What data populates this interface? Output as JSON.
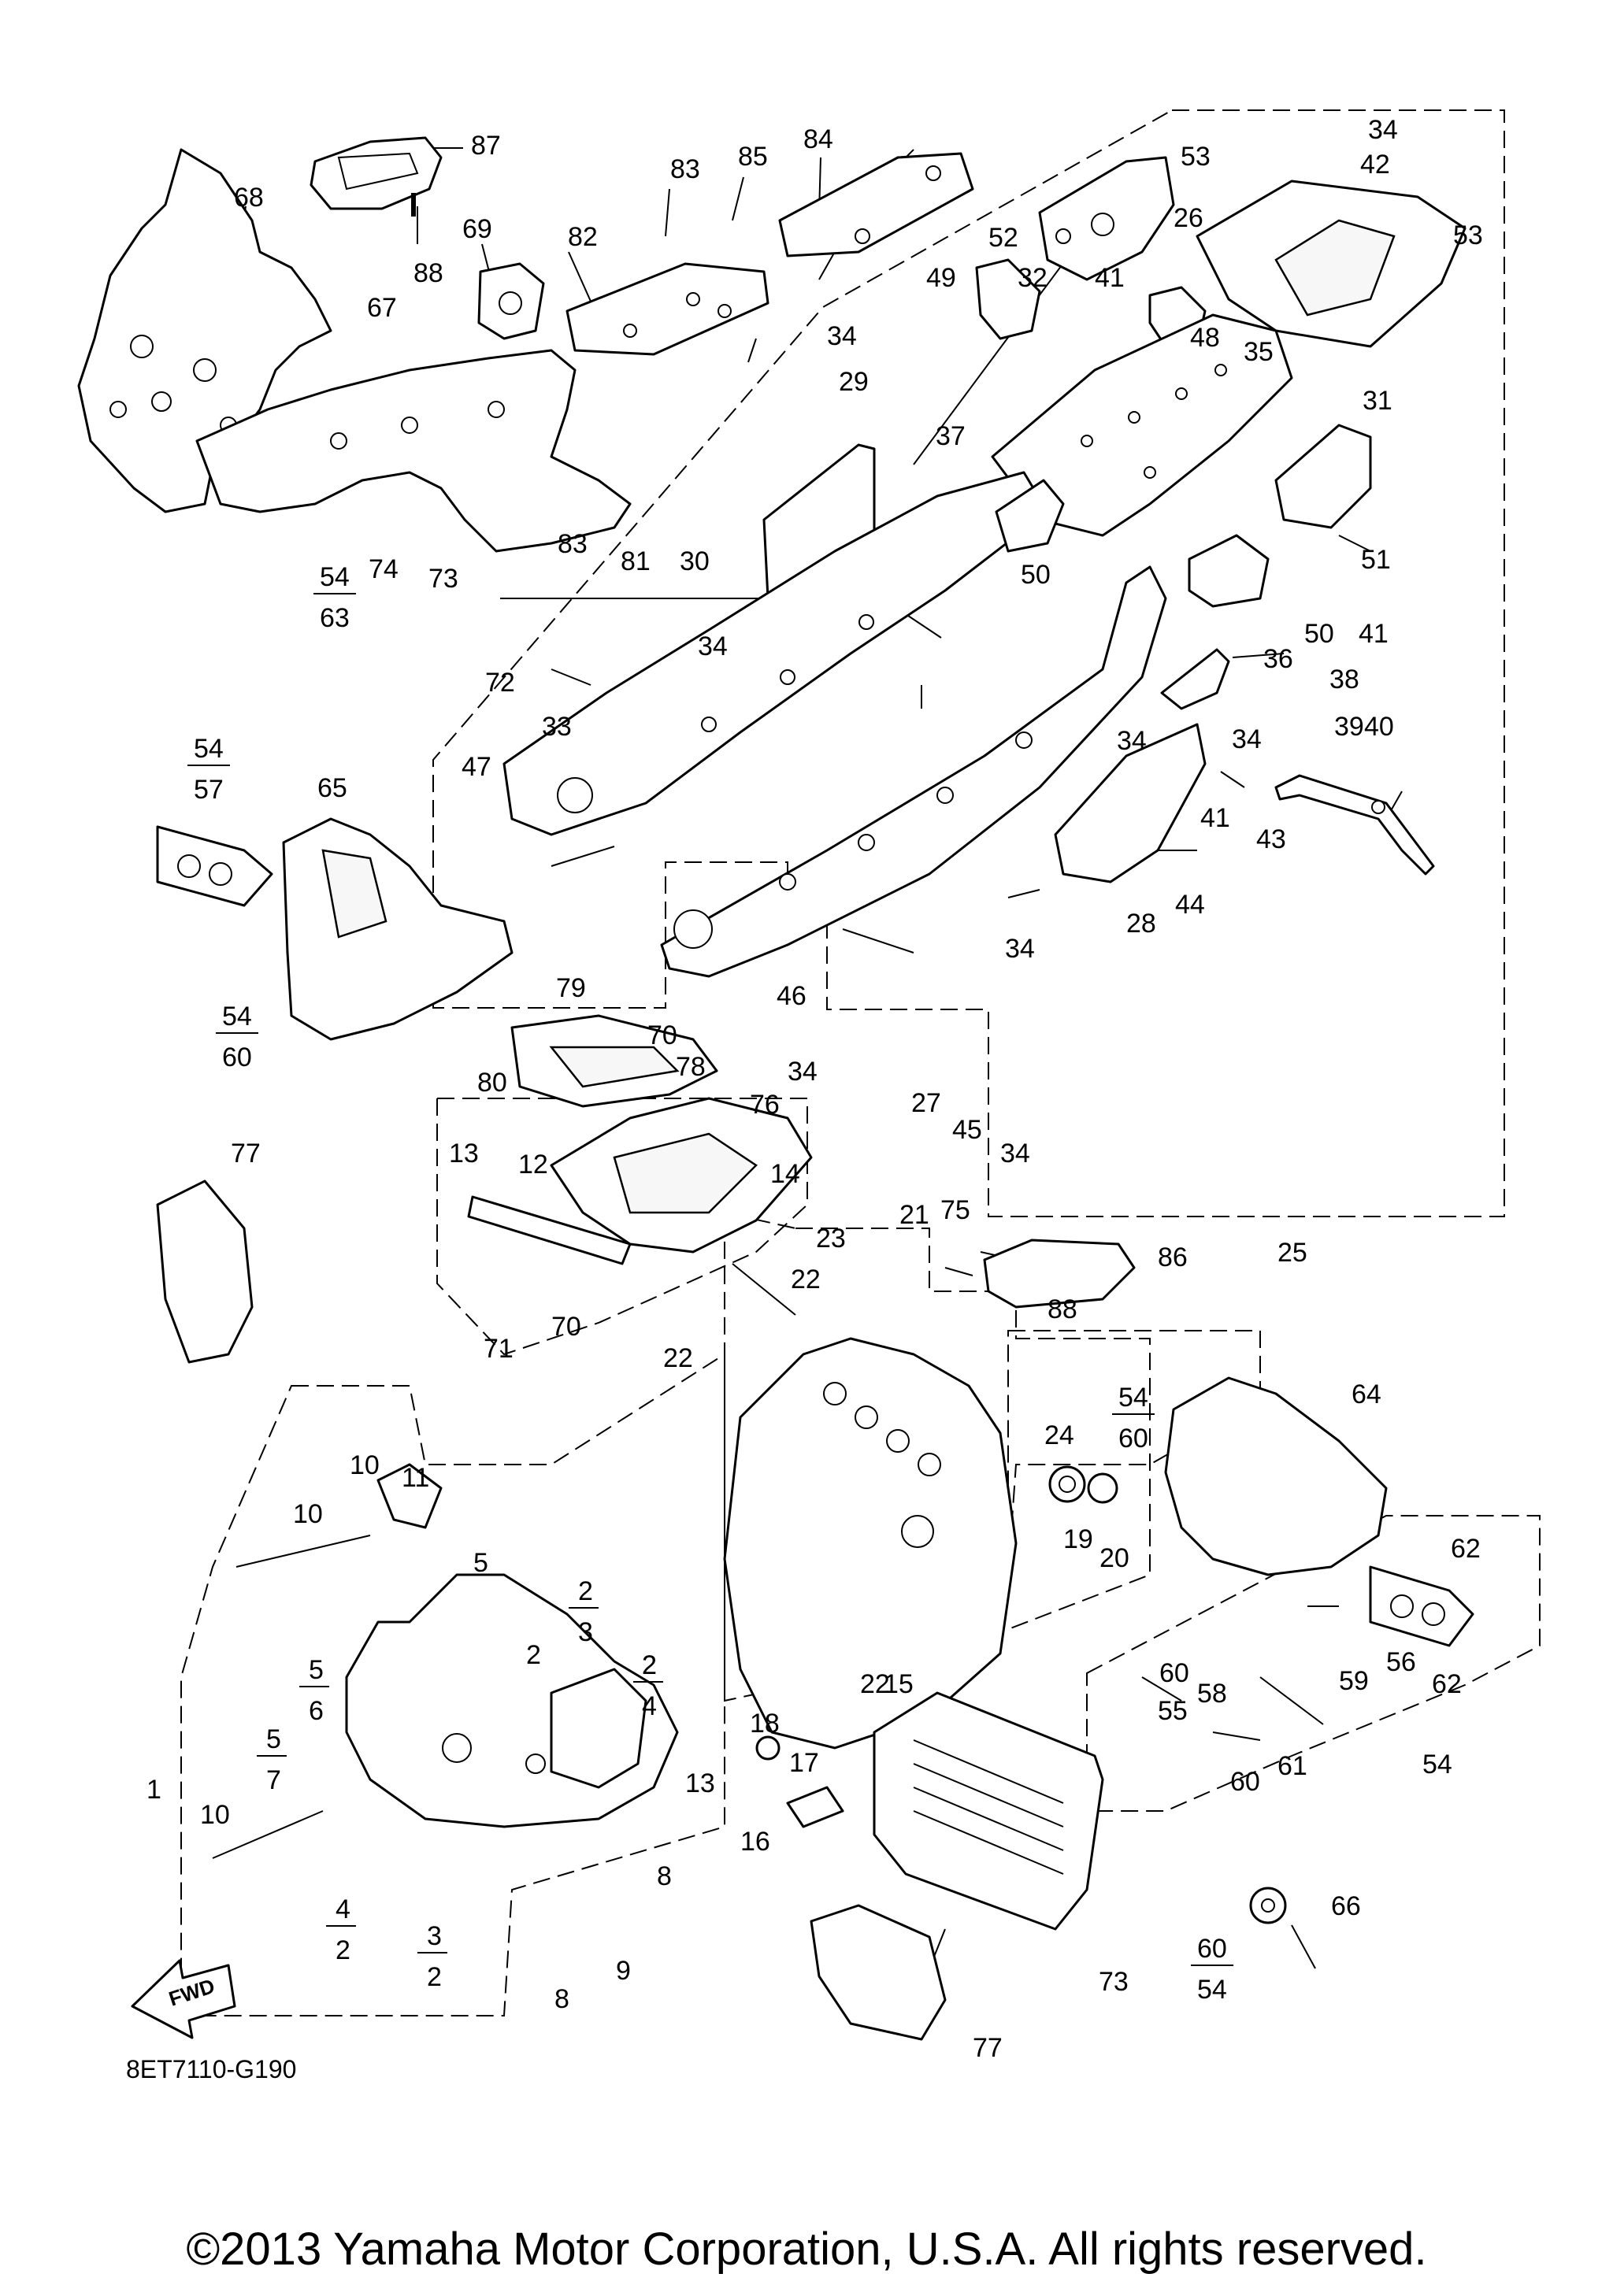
{
  "diagram": {
    "code": "8ET7110-G190",
    "direction_badge": "FWD",
    "copyright": "©2013 Yamaha Motor Corporation, U.S.A. All rights reserved."
  },
  "callouts": {
    "c87": "87",
    "c68": "68",
    "c88a": "88",
    "c69": "69",
    "c67": "67",
    "c83a": "83",
    "c85": "85",
    "c84": "84",
    "c82": "82",
    "c34a": "34",
    "c42": "42",
    "c53a": "53",
    "c53b": "53",
    "c52": "52",
    "c26": "26",
    "c49": "49",
    "c32": "32",
    "c41a": "41",
    "c48": "48",
    "c34b": "34",
    "c29": "29",
    "c37": "37",
    "c35": "35",
    "c31": "31",
    "c50a": "50",
    "c51": "51",
    "c50b": "50",
    "c41b": "41",
    "c74": "74",
    "c73a": "73",
    "c83b": "83",
    "c81": "81",
    "c30": "30",
    "c34c": "34",
    "c72": "72",
    "c36": "36",
    "c38": "38",
    "c39": "39",
    "c40": "40",
    "c34d": "34",
    "c33": "33",
    "c47": "47",
    "c34e": "34",
    "c41c": "41",
    "c43": "43",
    "c44": "44",
    "c28": "28",
    "c34f": "34",
    "c65": "65",
    "c79": "79",
    "c70a": "70",
    "c80": "80",
    "c78": "78",
    "c76": "76",
    "c46": "46",
    "c34g": "34",
    "c27": "27",
    "c45": "45",
    "c34h": "34",
    "c77a": "77",
    "c13a": "13",
    "c12": "12",
    "c14": "14",
    "c21": "21",
    "c75": "75",
    "c86": "86",
    "c23": "23",
    "c22a": "22",
    "c88b": "88",
    "c25": "25",
    "c22b": "22",
    "c71": "71",
    "c70b": "70",
    "c64": "64",
    "c24": "24",
    "c10a": "10",
    "c11": "11",
    "c10b": "10",
    "c19": "19",
    "c20": "20",
    "c62a": "62",
    "c5a": "5",
    "c2a": "2",
    "c2c": "2",
    "c56": "56",
    "c62b": "62",
    "c60a": "60",
    "c55": "55",
    "c59": "59",
    "c58": "58",
    "c61": "61",
    "c15": "15",
    "c22c": "22",
    "c18": "18",
    "c17": "17",
    "c60b": "60",
    "c54e": "54",
    "c1": "1",
    "c10c": "10",
    "c13b": "13",
    "c16": "16",
    "c8a": "8",
    "c9": "9",
    "c8b": "8",
    "c66": "66",
    "c73b": "73",
    "c77b": "77"
  },
  "fractions": {
    "f54_63": {
      "num": "54",
      "den": "63"
    },
    "f54_57": {
      "num": "54",
      "den": "57"
    },
    "f54_60a": {
      "num": "54",
      "den": "60"
    },
    "f54_60b": {
      "num": "54",
      "den": "60"
    },
    "f2_3a": {
      "num": "2",
      "den": "3"
    },
    "f2_4a": {
      "num": "2",
      "den": "4"
    },
    "f5_6": {
      "num": "5",
      "den": "6"
    },
    "f5_7": {
      "num": "5",
      "den": "7"
    },
    "f4_2": {
      "num": "4",
      "den": "2"
    },
    "f3_2": {
      "num": "3",
      "den": "2"
    },
    "f60_54": {
      "num": "60",
      "den": "54"
    }
  }
}
